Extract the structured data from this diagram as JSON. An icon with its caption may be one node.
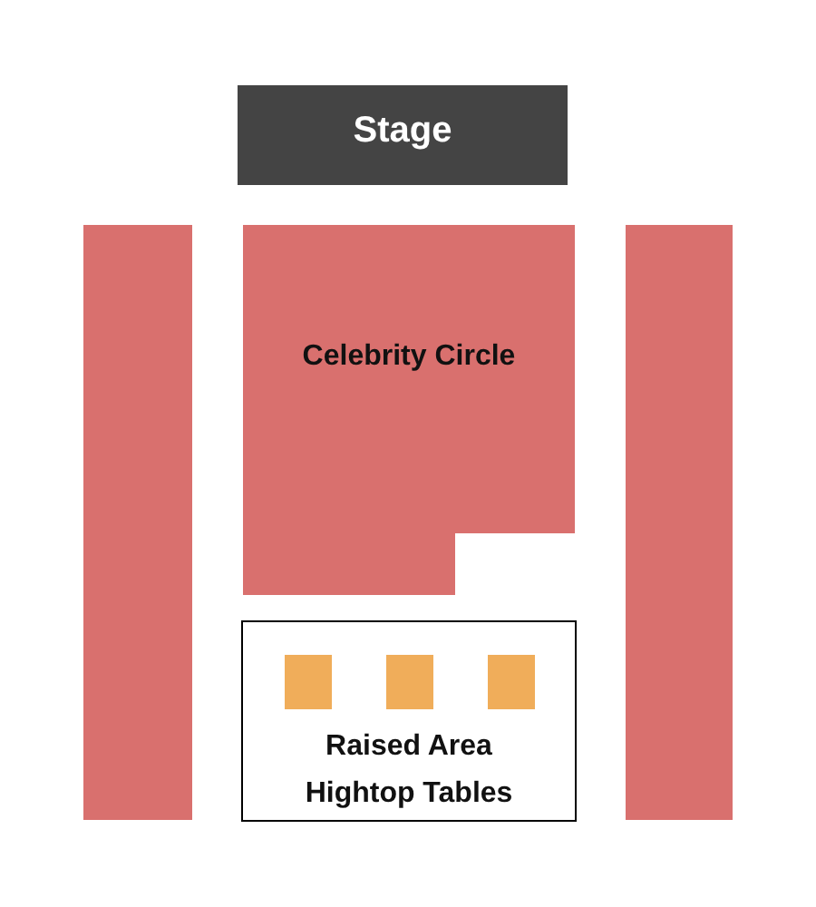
{
  "diagram": {
    "nodes": [
      {
        "text": [
          "Stage"
        ]
      },
      {
        "text": [],
        "shape": "box"
      },
      {
        "text": [
          "Celebrity Circle"
        ]
      },
      {
        "text": [],
        "shape": "box"
      },
      {
        "text": [
          "Raised Area Hightop Tables"
        ]
      },
      {
        "text": [],
        "shape": "box",
        "in": 4
      },
      {
        "text": [],
        "shape": "box",
        "in": 4
      },
      {
        "text": [],
        "shape": "box",
        "in": 4
      }
    ]
  }
}
